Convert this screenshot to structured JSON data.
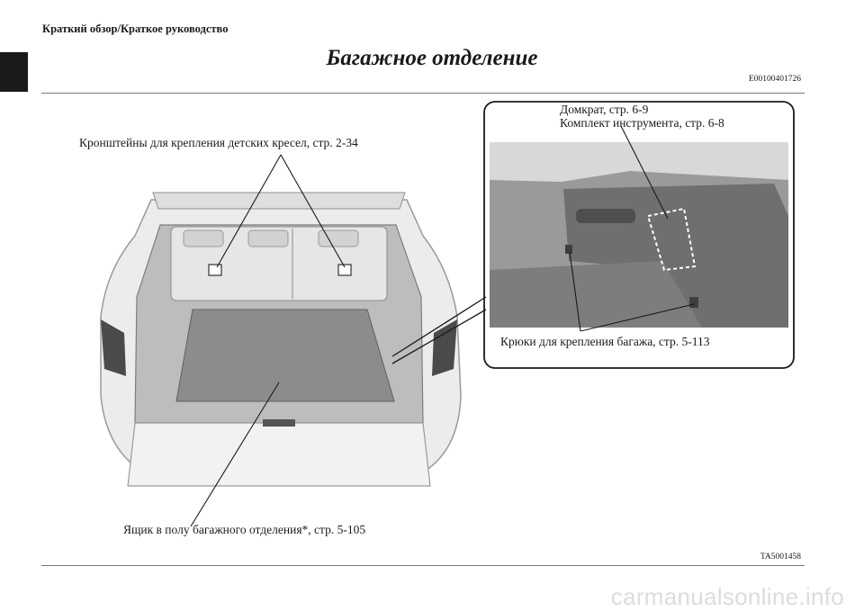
{
  "header": {
    "breadcrumb": "Краткий обзор/Краткое руководство",
    "title": "Багажное отделение",
    "doc_code": "E00100401726"
  },
  "figure": {
    "code": "TA5001458",
    "callouts": {
      "child_seat_anchors": "Кронштейны для крепления детских кресел, стр. 2-34",
      "jack": "Домкрат, стр. 6-9",
      "tool_kit": "Комплект инструмента, стр. 6-8",
      "cargo_hooks": "Крюки для крепления багажа, стр. 5-113",
      "underfloor_box": "Ящик в полу багажного отделения*, стр. 5-105"
    }
  },
  "watermark": "carmanualsonline.info"
}
